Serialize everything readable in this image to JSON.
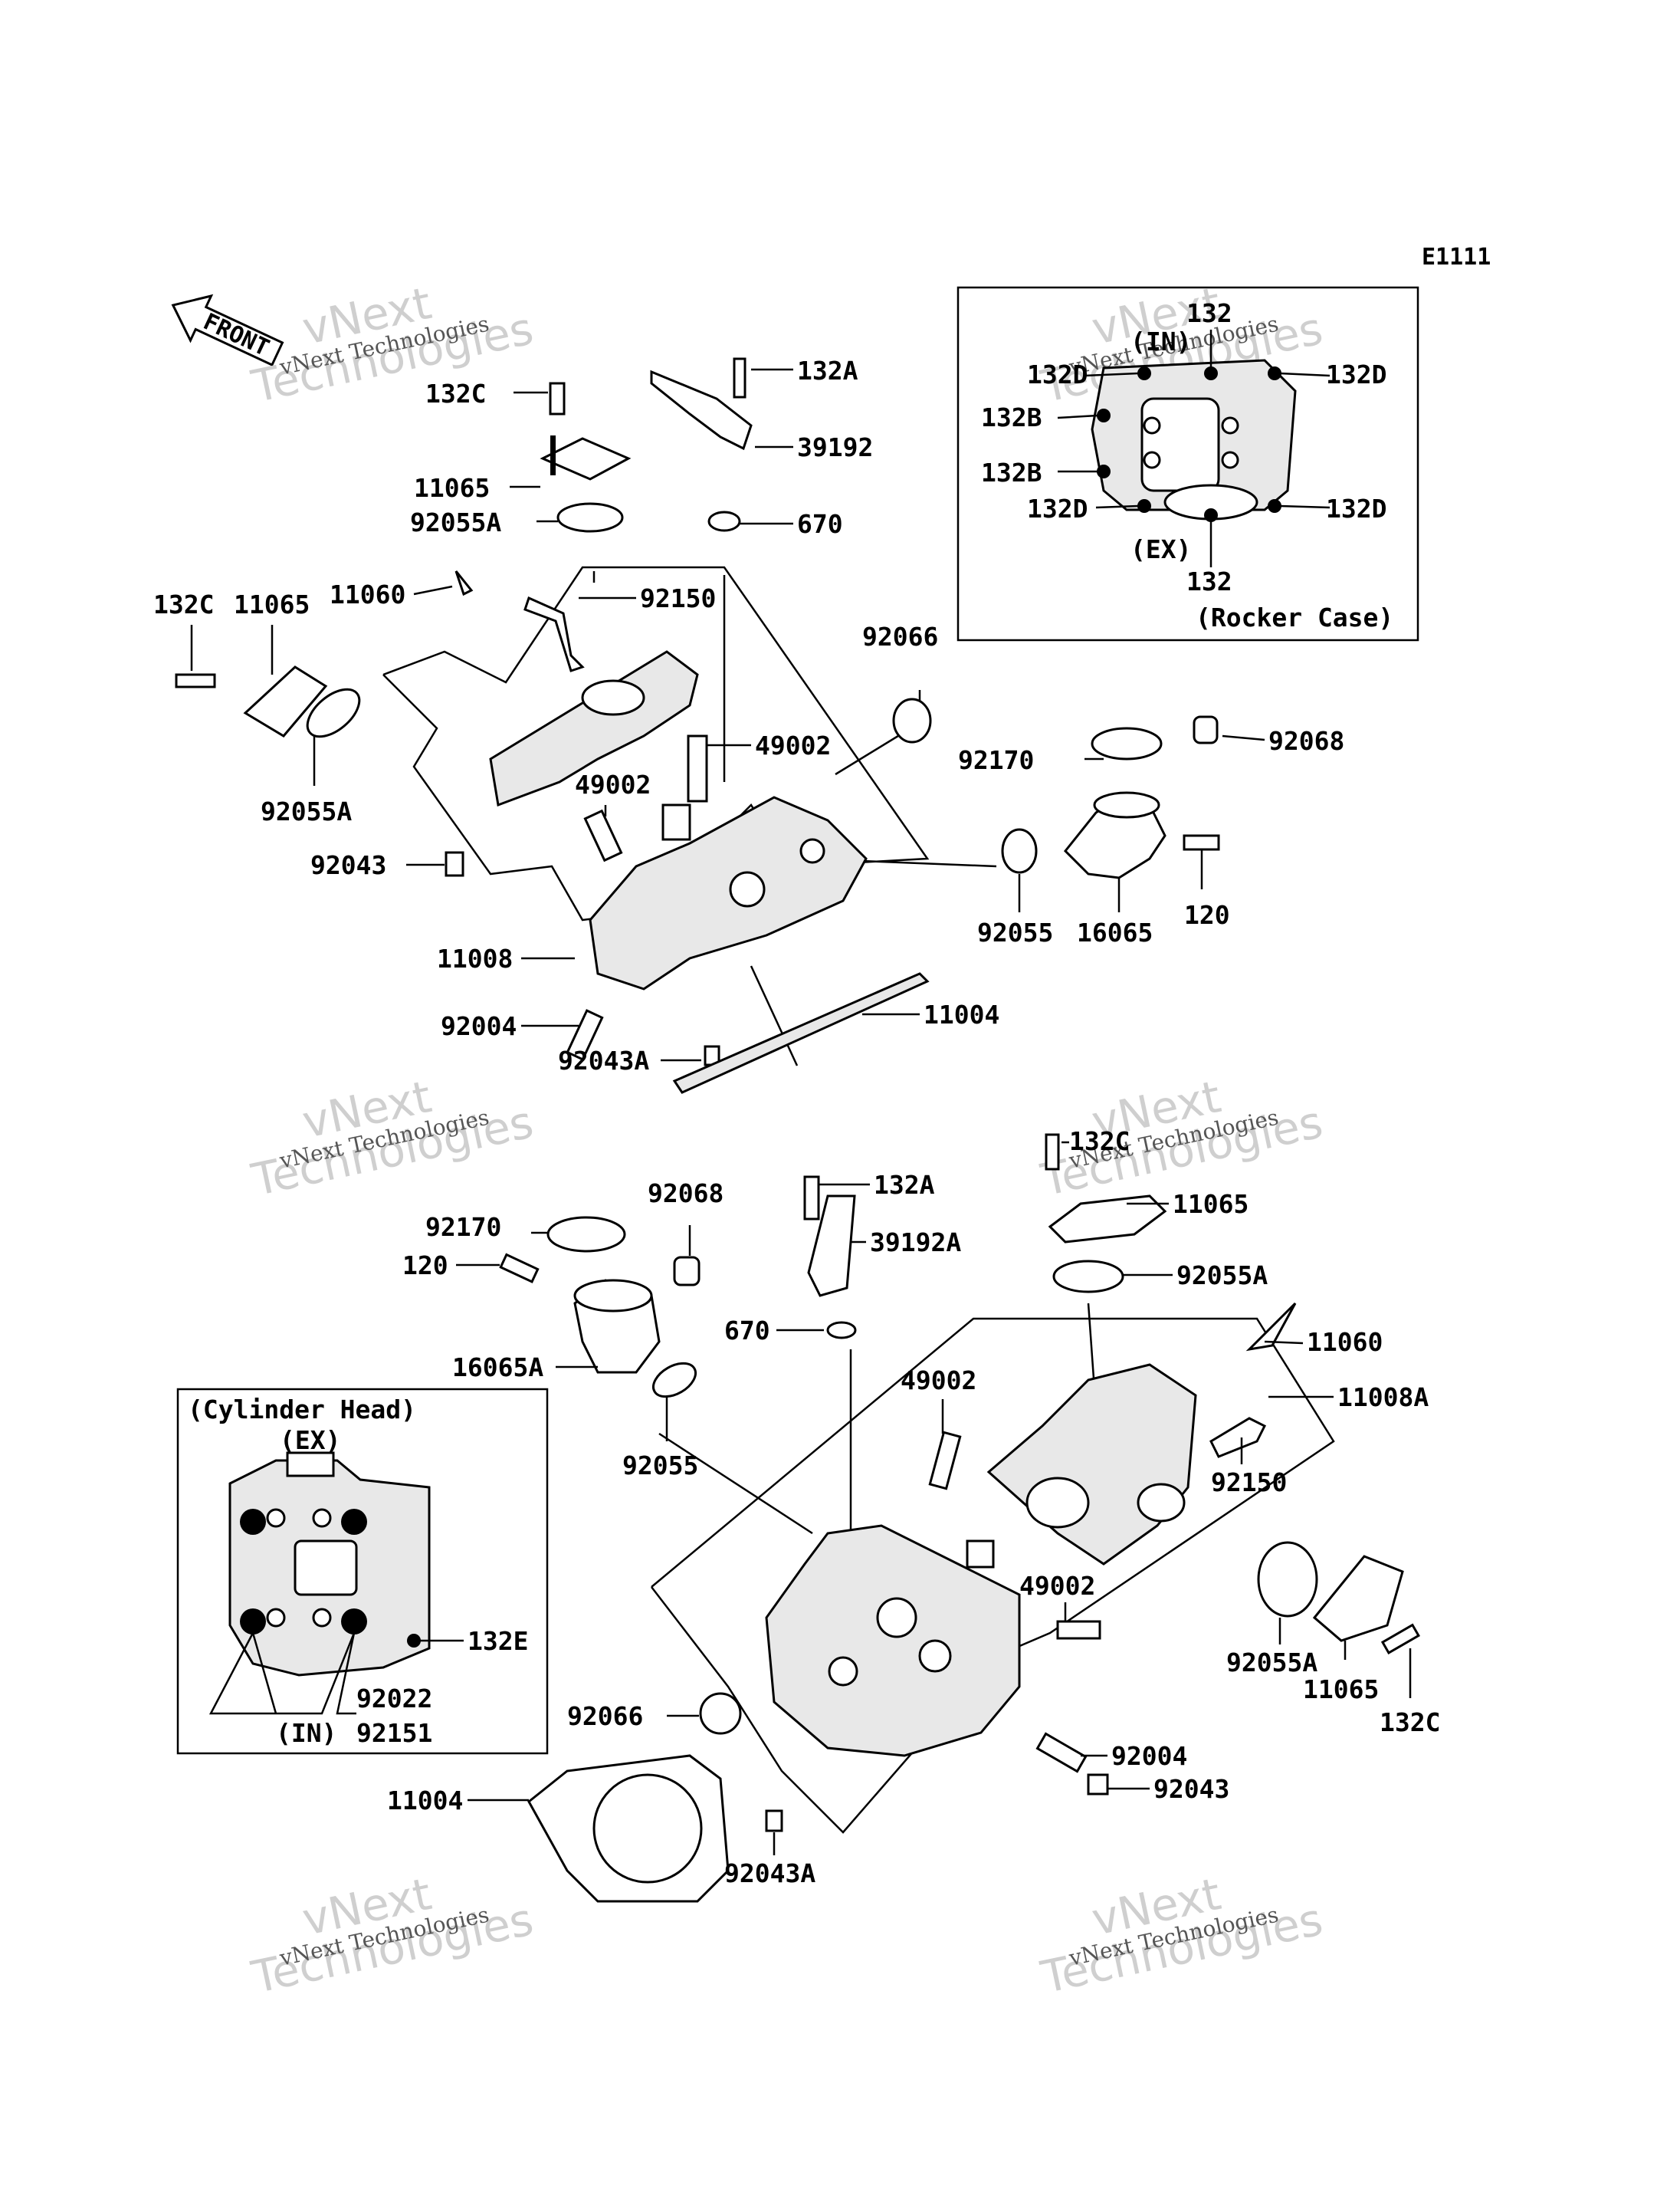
{
  "header": {
    "code": "E1111"
  },
  "front_arrow": {
    "label": "FRONT",
    "icon": "front-arrow-icon"
  },
  "watermark": {
    "line1": "vNext",
    "line2": "Technologies",
    "small": "vNext Technologies"
  },
  "rocker_inset": {
    "caption": "(Rocker Case)",
    "top_label": "132",
    "in_label": "(IN)",
    "ex_label": "(EX)",
    "bottom_label": "132",
    "labels": {
      "d1": "132D",
      "d2": "132D",
      "d3": "132D",
      "d4": "132D",
      "b1": "132B",
      "b2": "132B"
    }
  },
  "head_inset": {
    "caption": "(Cylinder Head)",
    "ex_label": "(EX)",
    "in_label": "(IN)",
    "labels": {
      "e": "132E",
      "p1": "92022",
      "p2": "92151"
    }
  },
  "top_labels": {
    "l132c_a": "132C",
    "l11065_a": "11065",
    "l92055a_a": "92055A",
    "l132a_a": "132A",
    "l39192": "39192",
    "l670_a": "670",
    "l11060_a": "11060",
    "l92150_a": "92150",
    "l132c_b": "132C",
    "l11065_b": "11065",
    "l92055a_b": "92055A",
    "l92066_a": "92066",
    "l49002_a": "49002",
    "l49002_b": "49002",
    "l92170_a": "92170",
    "l92068_a": "92068",
    "l92043_a": "92043",
    "l11008": "11008",
    "l92055_a": "92055",
    "l16065": "16065",
    "l120_a": "120",
    "l11004_a": "11004",
    "l92004_a": "92004",
    "l92043a_a": "92043A"
  },
  "bottom_labels": {
    "l132a_b": "132A",
    "l39192a": "39192A",
    "l132c_c": "132C",
    "l11065_c": "11065",
    "l92055a_c": "92055A",
    "l92068_b": "92068",
    "l92170_b": "92170",
    "l120_b": "120",
    "l670_b": "670",
    "l11060_b": "11060",
    "l16065a": "16065A",
    "l11008a": "11008A",
    "l49002_c": "49002",
    "l92055_b": "92055",
    "l92150_b": "92150",
    "l49002_d": "49002",
    "l92055a_d": "92055A",
    "l11065_d": "11065",
    "l132c_d": "132C",
    "l92066_b": "92066",
    "l92004_b": "92004",
    "l11004_b": "11004",
    "l92043_b": "92043",
    "l92043a_b": "92043A"
  }
}
